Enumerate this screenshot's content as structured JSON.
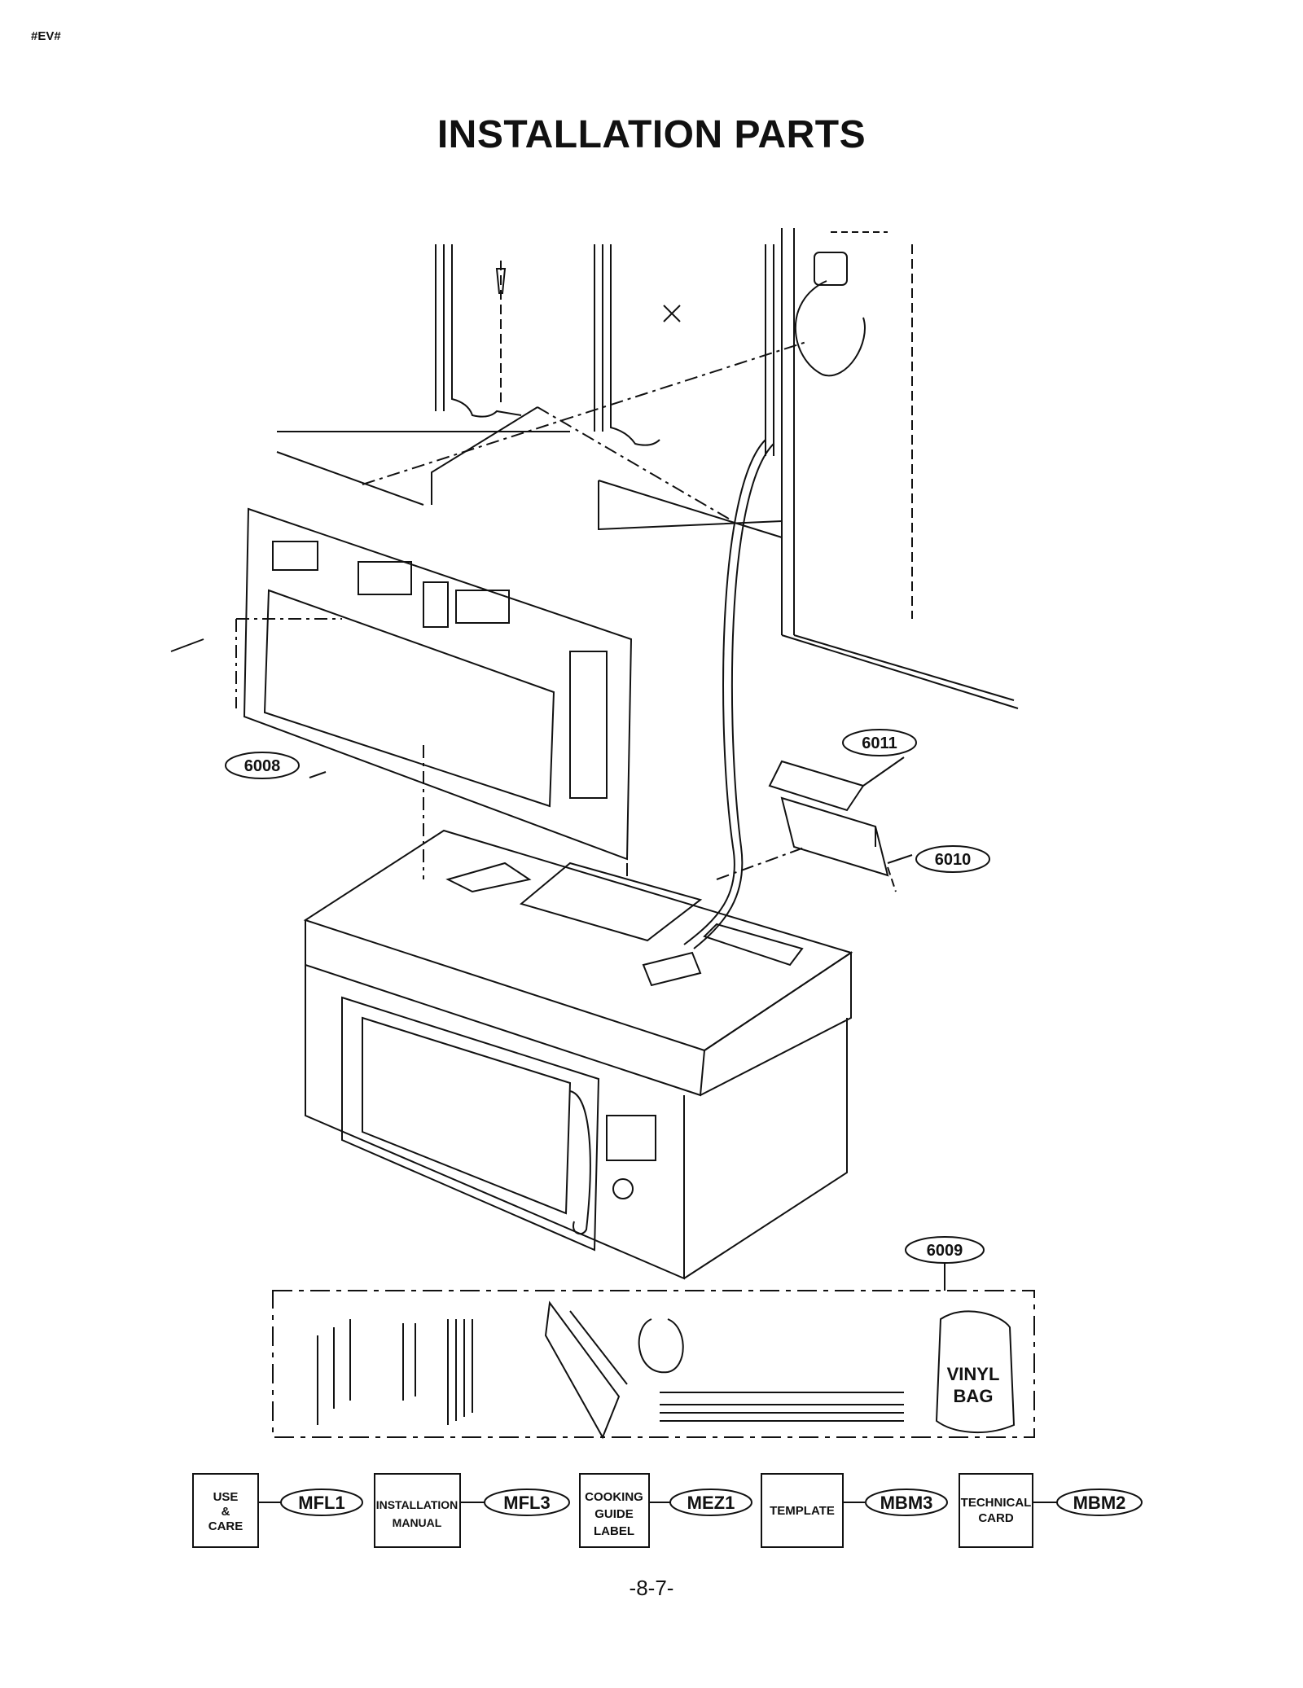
{
  "header": {
    "code": "#EV#"
  },
  "page": {
    "title": "INSTALLATION PARTS",
    "page_number": "-8-7-"
  },
  "callouts": {
    "p6008": "6008",
    "p6009": "6009",
    "p6010": "6010",
    "p6011": "6011"
  },
  "vinyl_bag": {
    "line1": "VINYL",
    "line2": "BAG"
  },
  "documents": [
    {
      "box_lines": [
        "USE",
        "&",
        "CARE"
      ],
      "code": "MFL1"
    },
    {
      "box_lines": [
        "INSTALLATION",
        "MANUAL"
      ],
      "code": "MFL3"
    },
    {
      "box_lines": [
        "COOKING",
        "GUIDE",
        "LABEL"
      ],
      "code": "MEZ1"
    },
    {
      "box_lines": [
        "TEMPLATE"
      ],
      "code": "MBM3"
    },
    {
      "box_lines": [
        "TECHNICAL",
        "CARD"
      ],
      "code": "MBM2"
    }
  ]
}
